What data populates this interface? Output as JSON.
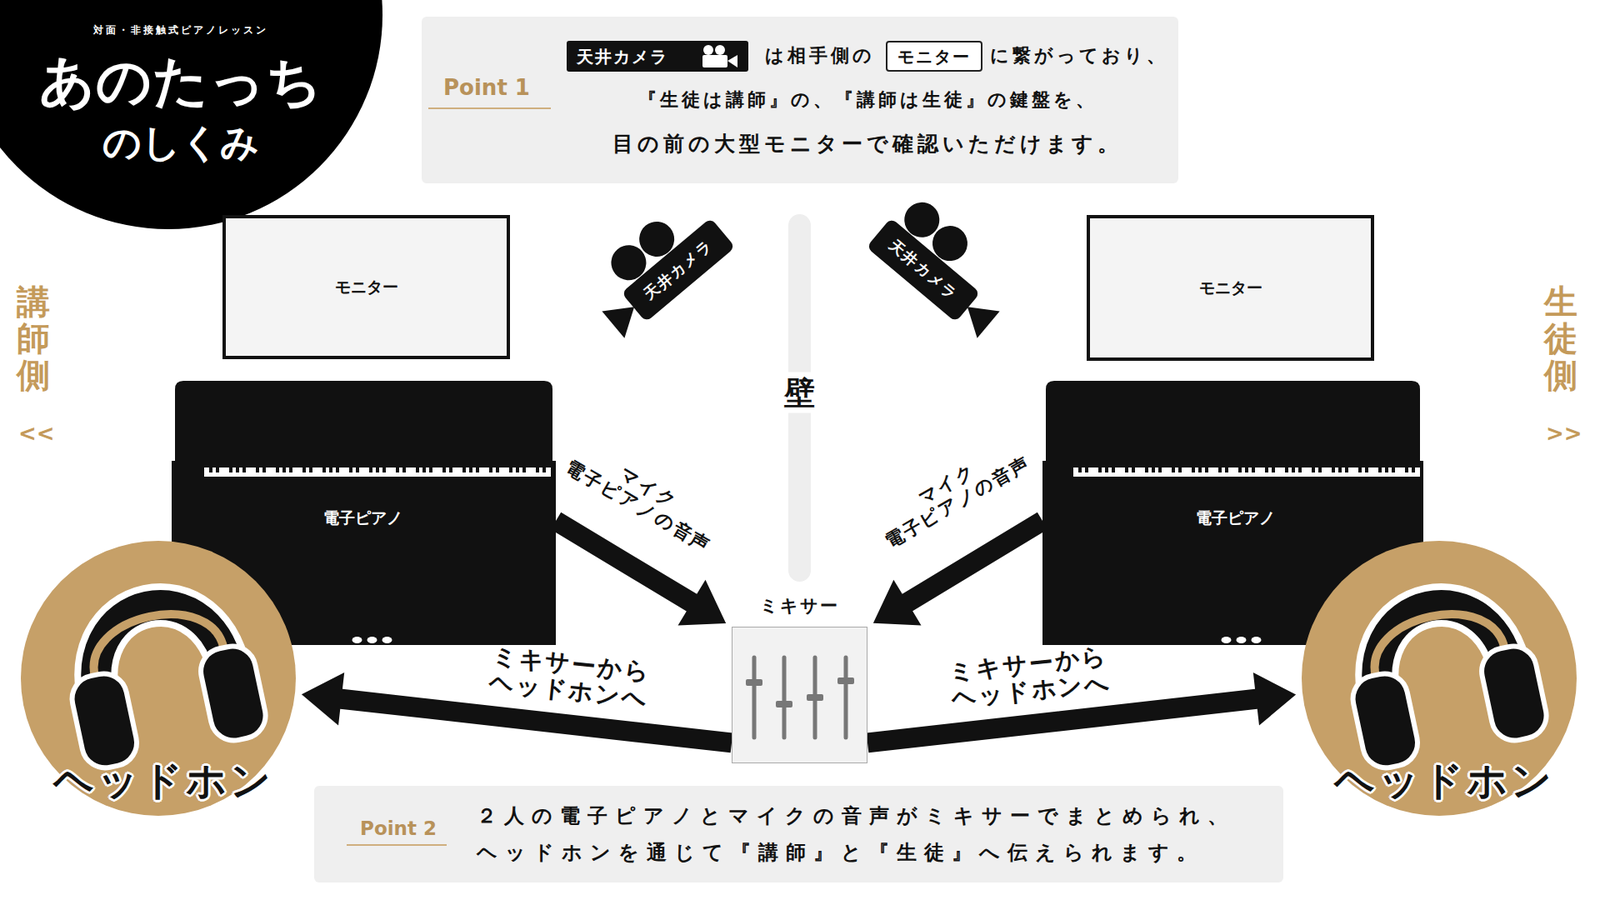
{
  "diagram": {
    "nodes": [
      {
        "text": [
          "対面・非接触式ピアノレッスン",
          "あのたっち",
          "のしくみ"
        ]
      },
      {
        "text": [
          "Point 1",
          "は相手側の",
          "に繋がっており、",
          "『生徒は講師』の、『講師は生徒』の鍵盤を、",
          "目の前の大型モニターで確認いただけます。"
        ]
      },
      {
        "text": [
          "天井カメラ"
        ],
        "in": 1
      },
      {
        "text": [
          "モニター"
        ],
        "in": 1
      },
      {
        "text": [
          "モニター"
        ]
      },
      {
        "text": [
          "天井カメラ"
        ]
      },
      {
        "text": [
          "壁"
        ]
      },
      {
        "text": [
          "天井カメラ"
        ]
      },
      {
        "text": [
          "モニター"
        ]
      },
      {
        "text": [
          "電子ピアノ"
        ]
      },
      {
        "text": [
          "電子ピアノ"
        ]
      },
      {
        "text": [
          "ミキサー"
        ]
      },
      {
        "text": [
          "ヘッドホン"
        ]
      },
      {
        "text": [
          "ヘッドホン"
        ]
      },
      {
        "text": [
          "Point 2",
          "２人の電子ピアノとマイクの音声がミキサーでまとめられ、",
          "ヘッドホンを通じて『講師』と『生徒』へ伝えられます。"
        ]
      }
    ],
    "edges": [
      {
        "from": 9,
        "to": 11,
        "label": "マイク 電子ピアノの音声",
        "arrow": "to"
      },
      {
        "from": 10,
        "to": 11,
        "label": "マイク 電子ピアノの音声",
        "arrow": "to"
      },
      {
        "from": 11,
        "to": 12,
        "label": "ミキサーから ヘッドホンへ",
        "arrow": "to"
      },
      {
        "from": 11,
        "to": 13,
        "label": "ミキサーから ヘッドホンへ",
        "arrow": "to"
      }
    ],
    "labels": [
      "講師側",
      "<<",
      "生徒側",
      ">>"
    ]
  }
}
